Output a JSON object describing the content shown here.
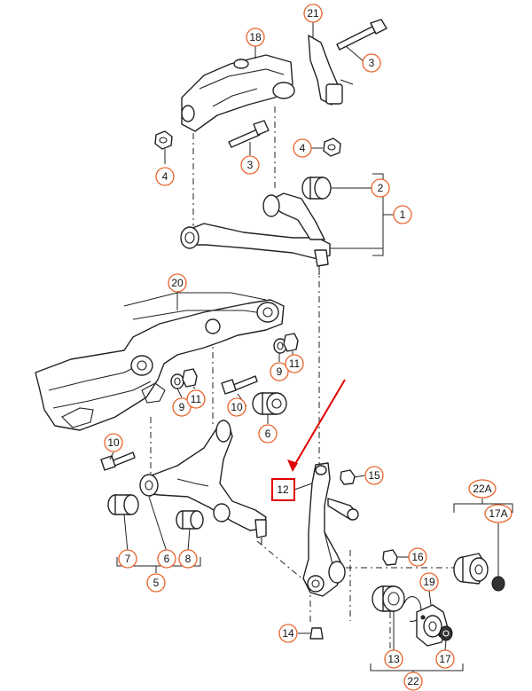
{
  "diagram": {
    "highlight_color": "#e00000",
    "callout_color": "#e8622a",
    "callouts": {
      "c21": "21",
      "c18": "18",
      "c3a": "3",
      "c4a": "4",
      "c3b": "3",
      "c4b": "4",
      "c2": "2",
      "c1": "1",
      "c20": "20",
      "c9a": "9",
      "c11a": "11",
      "c9b": "9",
      "c11b": "11",
      "c10a": "10",
      "c6": "6",
      "c10b": "10",
      "c15": "15",
      "c12": "12",
      "c22A": "22A",
      "c17A": "17A",
      "c7": "7",
      "c6b": "6",
      "c8": "8",
      "c5": "5",
      "c16": "16",
      "c19": "19",
      "c14": "14",
      "c13": "13",
      "c17": "17",
      "c22": "22"
    }
  }
}
